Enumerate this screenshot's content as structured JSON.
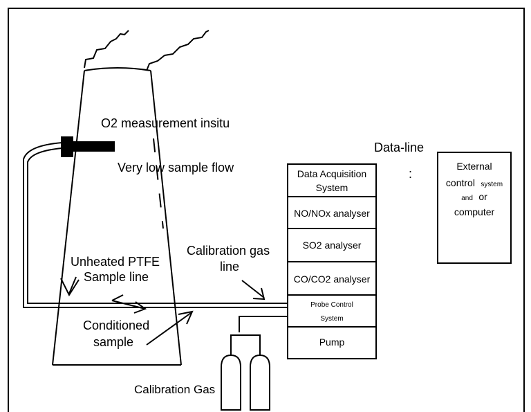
{
  "labels": {
    "o2_insitu": "O2 measurement insitu",
    "low_flow": "Very low sample flow",
    "data_line": "Data-line",
    "ptfe_line_1": "Unheated PTFE",
    "ptfe_line_2": "Sample line",
    "cal_gas_line_1": "Calibration gas",
    "cal_gas_line_2": "line",
    "conditioned_1": "Conditioned",
    "conditioned_2": "sample",
    "cal_gas": "Calibration Gas",
    "colon": ":"
  },
  "rack": {
    "daq_1": "Data Acquisition",
    "daq_2": "System",
    "nox": "NO/NOx analyser",
    "so2": "SO2 analyser",
    "co": "CO/CO2 analyser",
    "probe_1": "Probe Control",
    "probe_2": "System",
    "pump": "Pump"
  },
  "external": {
    "line1": "External",
    "line2a": "control",
    "line2b": "system",
    "line3a": "and",
    "line3b": "or",
    "line4": "computer"
  }
}
